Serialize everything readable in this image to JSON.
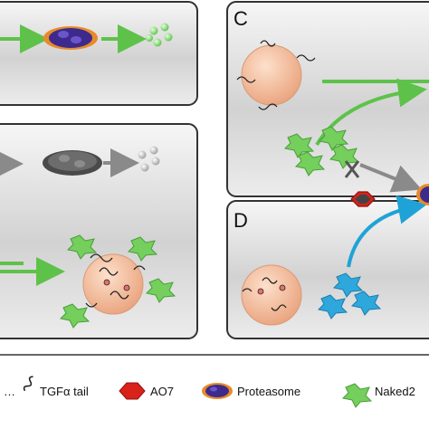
{
  "panels": {
    "c": {
      "label": "C"
    },
    "d": {
      "label": "D"
    }
  },
  "legend": {
    "items": [
      {
        "key": "tail_fragment",
        "label": "…"
      },
      {
        "key": "tgfa_tail",
        "label": "TGFα tail",
        "icon": "tail-icon"
      },
      {
        "key": "ao7",
        "label": "AO7",
        "icon": "red-hexagon-icon"
      },
      {
        "key": "proteasome",
        "label": "Proteasome",
        "icon": "proteasome-icon"
      },
      {
        "key": "naked2",
        "label": "Naked2",
        "icon": "naked2-icon"
      }
    ]
  },
  "colors": {
    "green_arrow": "#5ec24a",
    "grey_arrow": "#8a8a8a",
    "blue_arrow": "#1fa3d6",
    "vesicle": "#f2b48f",
    "naked2_green": "#74cf5c",
    "naked2_blue": "#2ea8dc",
    "ao7_red": "#d8221a",
    "proteasome_purple": "#3d2a8c",
    "proteasome_orange": "#e88a2a",
    "panel_border": "#333333"
  }
}
